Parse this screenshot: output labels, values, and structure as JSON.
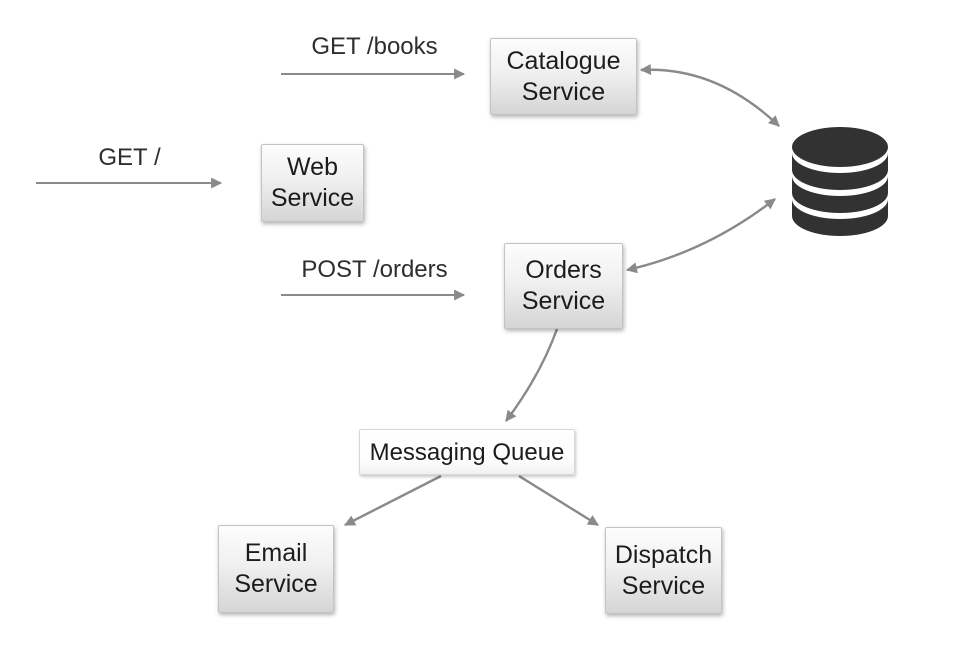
{
  "colors": {
    "arrow": "#8a8a8e",
    "database_icon": "#323232",
    "node_text": "#1c1c1c",
    "background": "#ffffff"
  },
  "requests": {
    "get_books": "GET /books",
    "get_root": "GET /",
    "post_orders": "POST /orders"
  },
  "nodes": {
    "catalogue": "Catalogue\nService",
    "web": "Web\nService",
    "orders": "Orders\nService",
    "queue": "Messaging Queue",
    "email": "Email\nService",
    "dispatch": "Dispatch\nService"
  },
  "icons": {
    "database": "database-cylinder-icon"
  }
}
